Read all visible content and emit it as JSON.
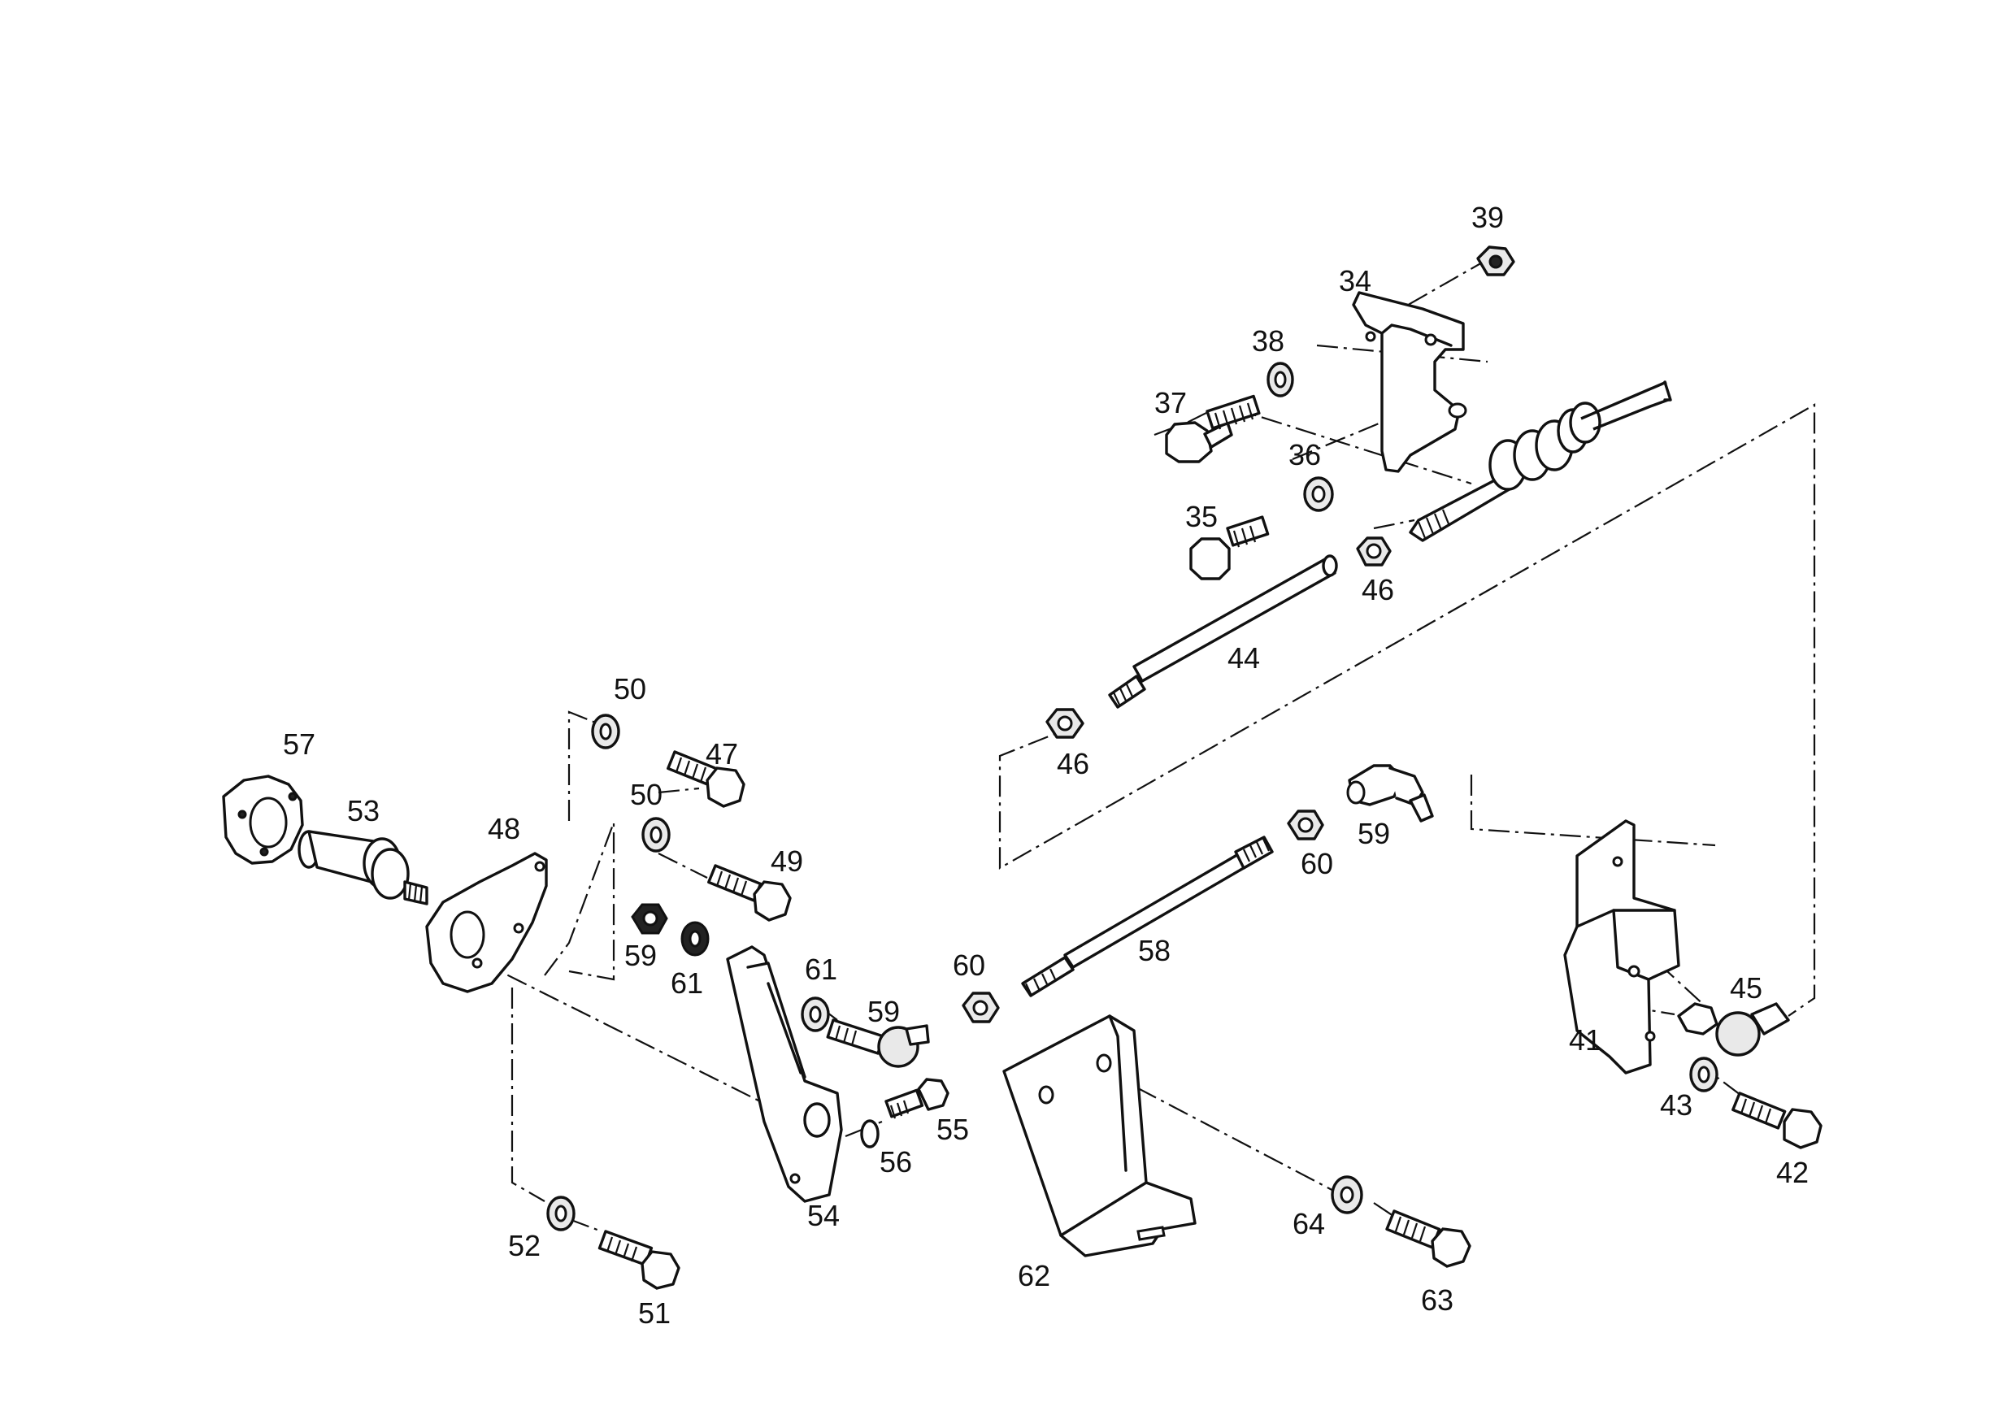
{
  "callouts": {
    "c34": "34",
    "c35": "35",
    "c36": "36",
    "c37": "37",
    "c38": "38",
    "c39": "39",
    "c41": "41",
    "c42": "42",
    "c43": "43",
    "c44": "44",
    "c45": "45",
    "c46a": "46",
    "c46b": "46",
    "c47": "47",
    "c48": "48",
    "c49": "49",
    "c50a": "50",
    "c50b": "50",
    "c51": "51",
    "c52": "52",
    "c53": "53",
    "c54": "54",
    "c55": "55",
    "c56": "56",
    "c57": "57",
    "c58": "58",
    "c59a": "59",
    "c59b": "59",
    "c59c": "59",
    "c60a": "60",
    "c60b": "60",
    "c61a": "61",
    "c61b": "61",
    "c62": "62",
    "c63": "63",
    "c64": "64"
  }
}
